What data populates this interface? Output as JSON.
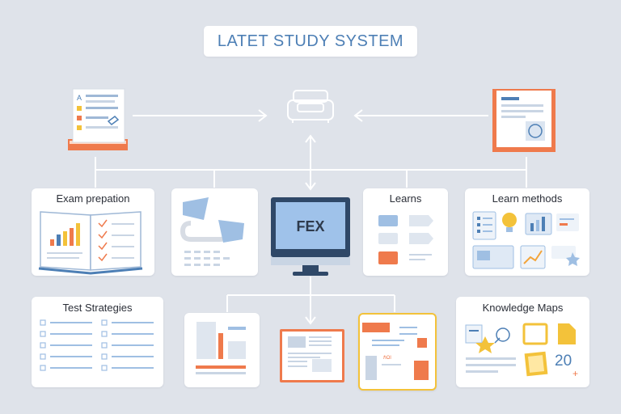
{
  "title": "LATET STUDY SYSTEM",
  "nodes": {
    "exam_preparation": "Exam prepation",
    "learns": "Learns",
    "learn_methods": "Learn methods",
    "test_strategies": "Test Strategies",
    "knowledge_maps": "Knowledge Maps"
  },
  "monitor_label": "FEX",
  "sticky_number": "20",
  "colors": {
    "background": "#dfe3ea",
    "accent_blue": "#4d7fb5",
    "accent_orange": "#ef7a4c",
    "accent_yellow": "#f3c23a",
    "line": "#ffffff"
  }
}
